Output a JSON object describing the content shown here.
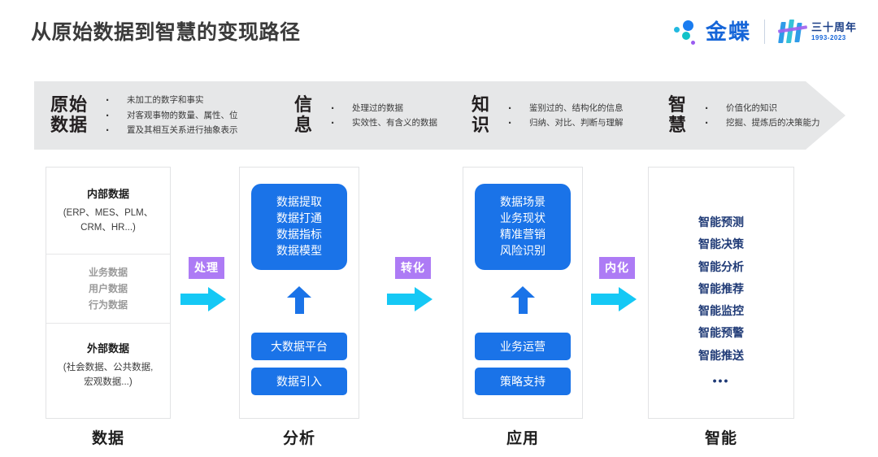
{
  "header": {
    "title": "从原始数据到智慧的变现路径",
    "brand": {
      "name": "金蝶",
      "anniversary_cn": "三十周年",
      "anniversary_years": "1993-2023"
    }
  },
  "banner": {
    "stages": [
      {
        "title_line1": "原始",
        "title_line2": "数据",
        "bullets": [
          "未加工的数字和事实",
          "对客观事物的数量、属性、位",
          "置及其相互关系进行抽象表示"
        ]
      },
      {
        "title_line1": "信",
        "title_line2": "息",
        "bullets": [
          "处理过的数据",
          "实效性、有含义的数据"
        ]
      },
      {
        "title_line1": "知",
        "title_line2": "识",
        "bullets": [
          "鉴别过的、结构化的信息",
          "归纳、对比、判断与理解"
        ]
      },
      {
        "title_line1": "智",
        "title_line2": "慧",
        "bullets": [
          "价值化的知识",
          "挖掘、提炼后的决策能力"
        ]
      }
    ]
  },
  "columns": {
    "data": {
      "footer_label": "数据",
      "internal_title": "内部数据",
      "internal_sub_line1": "(ERP、MES、PLM、",
      "internal_sub_line2": "CRM、HR...)",
      "middle_items": [
        "业务数据",
        "用户数据",
        "行为数据"
      ],
      "external_title": "外部数据",
      "external_sub_line1": "(社会数据、公共数据,",
      "external_sub_line2": "宏观数据...)"
    },
    "analysis": {
      "footer_label": "分析",
      "box_lines": [
        "数据提取",
        "数据打通",
        "数据指标",
        "数据模型"
      ],
      "pills": [
        "大数据平台",
        "数据引入"
      ]
    },
    "application": {
      "footer_label": "应用",
      "box_lines": [
        "数据场景",
        "业务现状",
        "精准营销",
        "风险识别"
      ],
      "pills": [
        "业务运营",
        "策略支持"
      ]
    },
    "intelligence": {
      "footer_label": "智能",
      "items": [
        "智能预测",
        "智能决策",
        "智能分析",
        "智能推荐",
        "智能监控",
        "智能预警",
        "智能推送"
      ],
      "ellipsis": "•••"
    }
  },
  "connectors": [
    {
      "label": "处理"
    },
    {
      "label": "转化"
    },
    {
      "label": "内化"
    }
  ],
  "colors": {
    "banner_bg": "#e6e7e8",
    "blue": "#1a73e8",
    "purple": "#ad7bf5",
    "cyan": "#15c8f5",
    "navy": "#1f3a76",
    "brand_blue": "#1565d8"
  }
}
